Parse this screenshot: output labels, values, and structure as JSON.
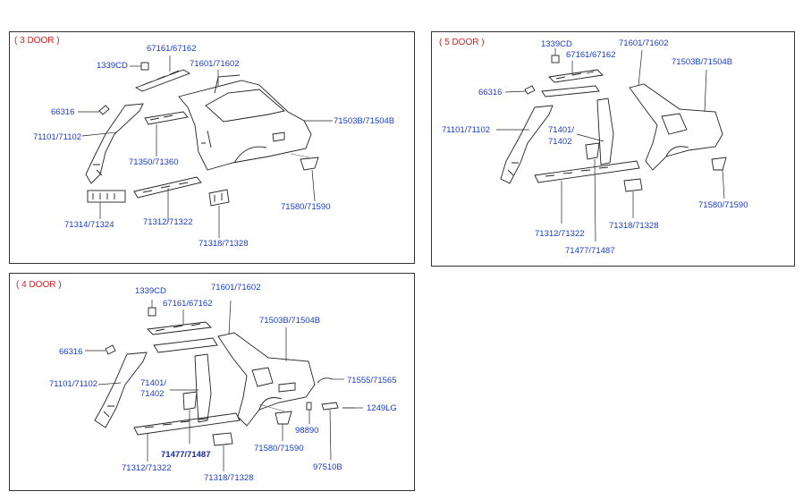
{
  "panels": {
    "three_door": {
      "title": "( 3 DOOR )",
      "labels": {
        "p67161": "67161/67162",
        "p1339cd": "1339CD",
        "p71601": "71601/71602",
        "p66316": "66316",
        "p71503b": "71503B/71504B",
        "p71101": "71101/71102",
        "p71350": "71350/71360",
        "p71580": "71580/71590",
        "p71314": "71314/71324",
        "p71312": "71312/71322",
        "p71318": "71318/71328"
      }
    },
    "five_door": {
      "title": "( 5 DOOR )",
      "labels": {
        "p1339cd": "1339CD",
        "p71601": "71601/71602",
        "p67161": "67161/67162",
        "p71503b": "71503B/71504B",
        "p66316": "66316",
        "p71101": "71101/71102",
        "p71401a": "71401/",
        "p71401b": "71402",
        "p71580": "71580/71590",
        "p71318": "71318/71328",
        "p71312": "71312/71322",
        "p71477": "71477/71487"
      }
    },
    "four_door": {
      "title": "( 4 DOOR )",
      "labels": {
        "p1339cd": "1339CD",
        "p71601": "71601/71602",
        "p67161": "67161/67162",
        "p71503b": "71503B/71504B",
        "p66316": "66316",
        "p71555": "71555/71565",
        "p71101": "71101/71102",
        "p71401a": "71401/",
        "p71401b": "71402",
        "p1249lg": "1249LG",
        "p98890": "98890",
        "p71477": "71477/71487",
        "p71580": "71580/71590",
        "p97510b": "97510B",
        "p71312": "71312/71322",
        "p71318": "71318/71328"
      }
    }
  }
}
